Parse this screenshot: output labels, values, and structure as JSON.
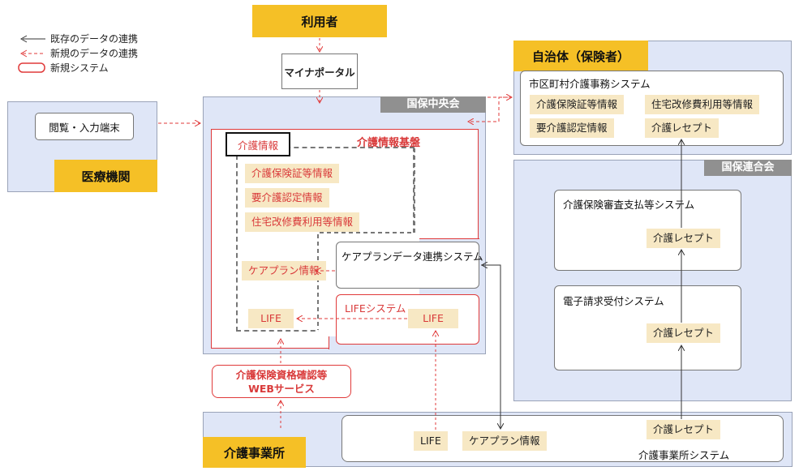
{
  "legend": {
    "existing": "既存のデータの連携",
    "new": "新規のデータの連携",
    "new_system": "新規システム"
  },
  "user": "利用者",
  "portal": "マイナポータル",
  "medical": {
    "title": "医療機関",
    "terminal": "閲覧・入力端末"
  },
  "kokuho_chuokai": {
    "header": "国保中央会",
    "kaigo_kiban": "介護情報基盤",
    "kaigo_joho": "介護情報",
    "items": [
      "介護保険証等情報",
      "要介護認定情報",
      "住宅改修費利用等情報"
    ],
    "careplan": "ケアプラン情報",
    "life": "LIFE",
    "careplan_system": "ケアプランデータ連携システム",
    "life_system": "LIFEシステム",
    "life_system_item": "LIFE"
  },
  "web_service": {
    "line1": "介護保険資格確認等",
    "line2": "WEBサービス"
  },
  "jichitai": {
    "title": "自治体（保険者）",
    "system": "市区町村介護事務システム",
    "items": [
      "介護保険証等情報",
      "住宅改修費利用等情報",
      "要介護認定情報",
      "介護レセプト"
    ]
  },
  "rengokai": {
    "header": "国保連合会",
    "system1": "介護保険審査支払等システム",
    "system1_item": "介護レセプト",
    "system2": "電子請求受付システム",
    "system2_item": "介護レセプト"
  },
  "jigyosho": {
    "title": "介護事業所",
    "system": "介護事業所システム",
    "items": [
      "LIFE",
      "ケアプラン情報",
      "介護レセプト"
    ]
  }
}
